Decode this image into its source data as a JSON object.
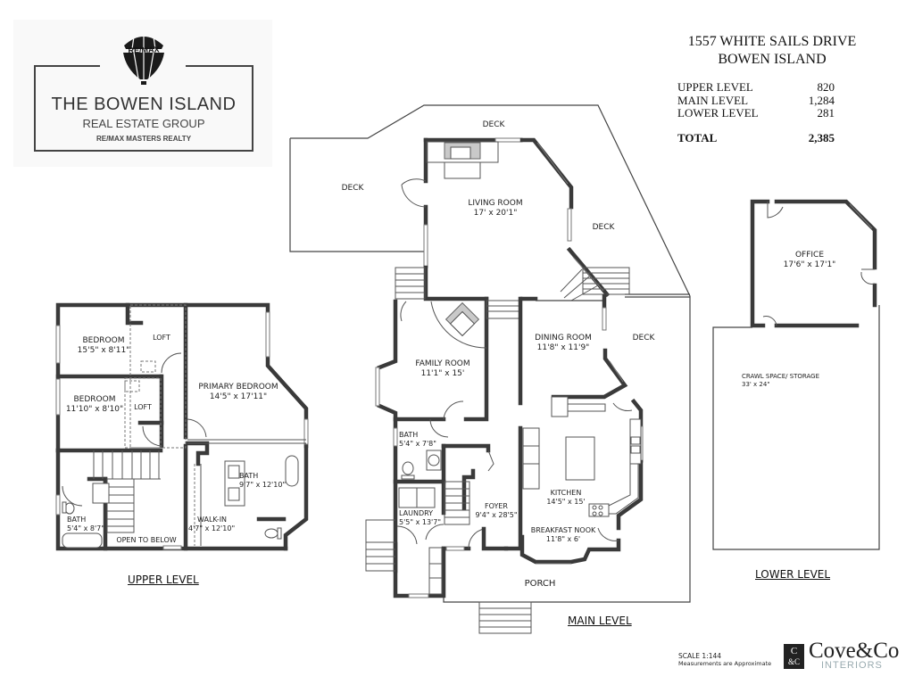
{
  "logo": {
    "brand_mark": "RE/MAX",
    "title": "THE BOWEN ISLAND",
    "subtitle": "REAL ESTATE GROUP",
    "brokerage": "RE/MAX MASTERS REALTY",
    "icon": "hot-air-balloon-icon"
  },
  "property": {
    "address_line1": "1557 WHITE SAILS DRIVE",
    "address_line2": "BOWEN ISLAND",
    "areas": [
      {
        "label": "UPPER LEVEL",
        "value": "820"
      },
      {
        "label": "MAIN LEVEL",
        "value": "1,284"
      },
      {
        "label": "LOWER LEVEL",
        "value": "281"
      }
    ],
    "total": {
      "label": "TOTAL",
      "value": "2,385"
    }
  },
  "upper_level": {
    "title": "UPPER LEVEL",
    "rooms": [
      {
        "name": "BEDROOM",
        "size": "15'5\" x 8'11\""
      },
      {
        "name": "LOFT",
        "size": ""
      },
      {
        "name": "BEDROOM",
        "size": "11'10\" x 8'10\""
      },
      {
        "name": "LOFT",
        "size": ""
      },
      {
        "name": "PRIMARY BEDROOM",
        "size": "14'5\" x 17'11\""
      },
      {
        "name": "BATH",
        "size": "9'7\" x 12'10\""
      },
      {
        "name": "WALK-IN",
        "size": "4'7\" x 12'10\""
      },
      {
        "name": "BATH",
        "size": "5'4\" x 8'7\""
      },
      {
        "name": "OPEN TO BELOW",
        "size": ""
      }
    ]
  },
  "main_level": {
    "title": "MAIN LEVEL",
    "rooms": [
      {
        "name": "DECK",
        "size": ""
      },
      {
        "name": "DECK",
        "size": ""
      },
      {
        "name": "LIVING ROOM",
        "size": "17' x 20'1\""
      },
      {
        "name": "DECK",
        "size": ""
      },
      {
        "name": "FAMILY ROOM",
        "size": "11'1\" x 15'"
      },
      {
        "name": "DINING ROOM",
        "size": "11'8\" x 11'9\""
      },
      {
        "name": "DECK",
        "size": ""
      },
      {
        "name": "BATH",
        "size": "5'4\" x  7'8\""
      },
      {
        "name": "LAUNDRY",
        "size": "5'5\" x 13'7\""
      },
      {
        "name": "FOYER",
        "size": "9'4\" x 28'5\""
      },
      {
        "name": "KITCHEN",
        "size": "14'5\" x 15'"
      },
      {
        "name": "BREAKFAST NOOK",
        "size": "11'8\" x 6'"
      },
      {
        "name": "PORCH",
        "size": ""
      }
    ]
  },
  "lower_level": {
    "title": "LOWER LEVEL",
    "rooms": [
      {
        "name": "OFFICE",
        "size": "17'6\" x 17'1\""
      },
      {
        "name": "CRAWL SPACE/ STORAGE",
        "size": "33' x 24\""
      }
    ]
  },
  "footer": {
    "scale": "SCALE 1:144",
    "note": "Measurements are Approximate",
    "designer_mark_top": "C",
    "designer_mark_bottom": "&C",
    "designer_name": "Cove&Co",
    "designer_sub": "INTERIORS"
  }
}
